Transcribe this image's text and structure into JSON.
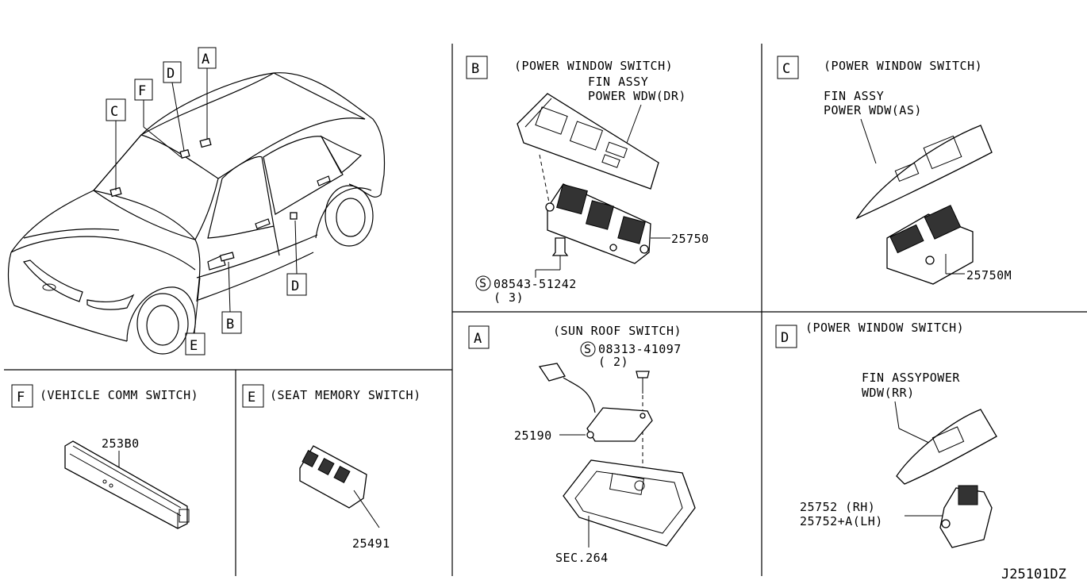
{
  "diagram_id": "J25101DZ",
  "vehicle_callouts": [
    "A",
    "B",
    "C",
    "D",
    "D",
    "E",
    "F"
  ],
  "panels": {
    "B": {
      "letter": "B",
      "title": "(POWER WINDOW SWITCH)",
      "finisher_line1": "FIN ASSY",
      "finisher_line2": "POWER WDW(DR)",
      "part_number": "25750",
      "screw_symbol": "S",
      "screw_number": "08543-51242",
      "screw_qty": "( 3)"
    },
    "C": {
      "letter": "C",
      "title": "(POWER WINDOW SWITCH)",
      "finisher_line1": "FIN ASSY",
      "finisher_line2": "POWER WDW(AS)",
      "part_number": "25750M"
    },
    "A": {
      "letter": "A",
      "title": "(SUN ROOF SWITCH)",
      "screw_symbol": "S",
      "screw_number": "08313-41097",
      "screw_qty": "( 2)",
      "part_number": "25190",
      "section_ref": "SEC.264"
    },
    "D": {
      "letter": "D",
      "title": "(POWER WINDOW SWITCH)",
      "finisher_line1": "FIN ASSYPOWER",
      "finisher_line2": "WDW(RR)",
      "part_line1": "25752   (RH)",
      "part_line2": "25752+A(LH)"
    },
    "F": {
      "letter": "F",
      "title": "(VEHICLE COMM SWITCH)",
      "part_number": "253B0"
    },
    "E": {
      "letter": "E",
      "title": "(SEAT MEMORY SWITCH)",
      "part_number": "25491"
    }
  }
}
